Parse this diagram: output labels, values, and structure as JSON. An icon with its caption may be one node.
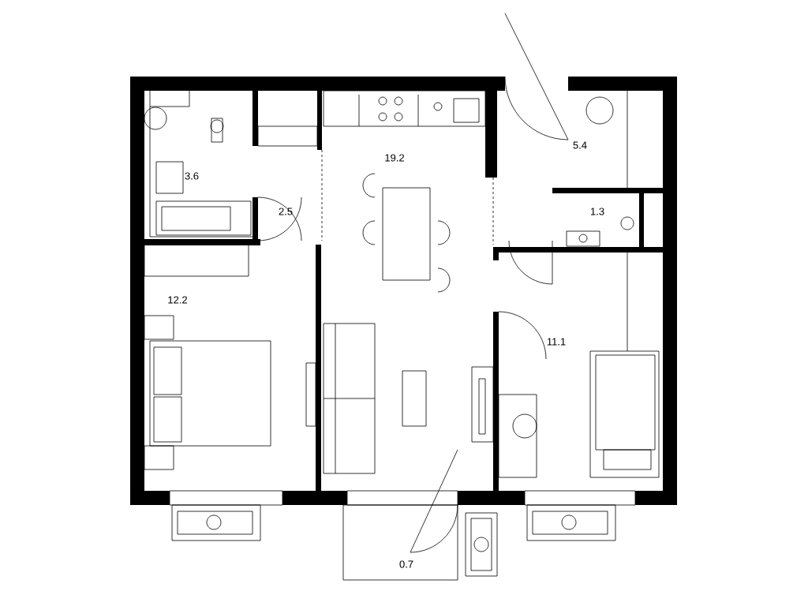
{
  "diagram": {
    "labels": [
      "3.6",
      "2.5",
      "19.2",
      "5.4",
      "1.3",
      "12.2",
      "11.1",
      "0.7"
    ]
  }
}
